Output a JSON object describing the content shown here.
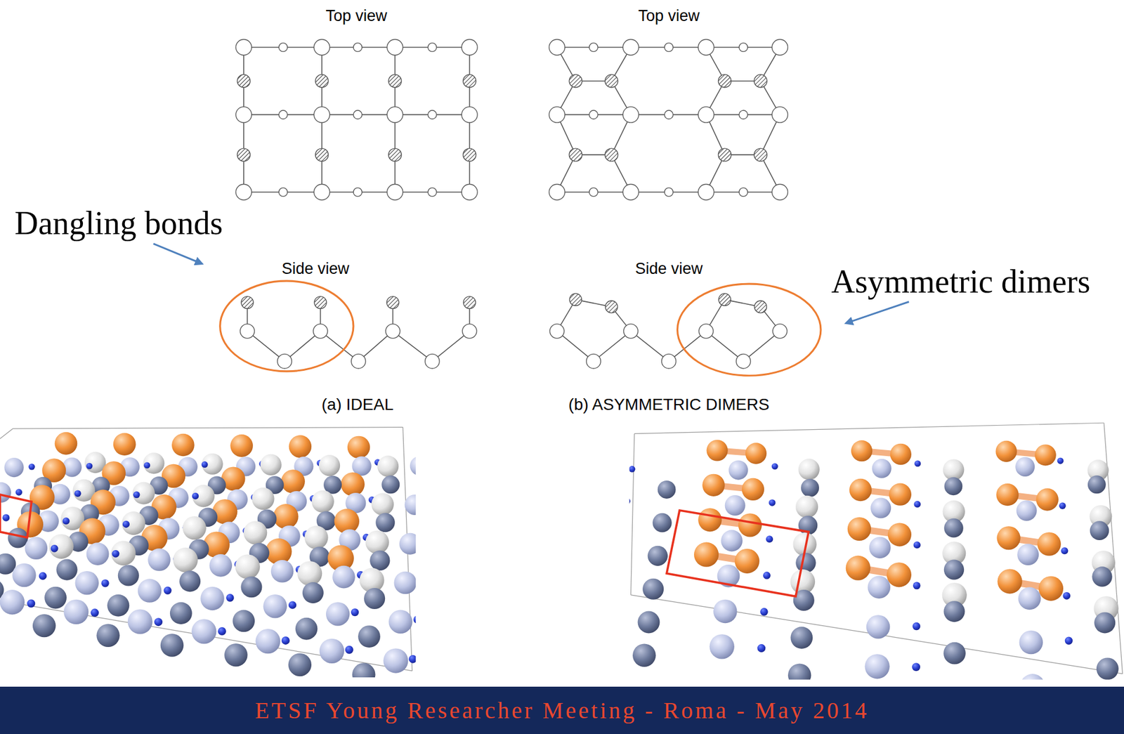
{
  "diagram": {
    "labels": [
      "Top view",
      "Top view",
      "Dangling bonds",
      "Asymmetric dimers",
      "Side view",
      "Side view",
      "(a) IDEAL",
      "(b) ASYMMETRIC DIMERS",
      "ETSF Young Researcher Meeting - Roma - May 2014"
    ]
  }
}
